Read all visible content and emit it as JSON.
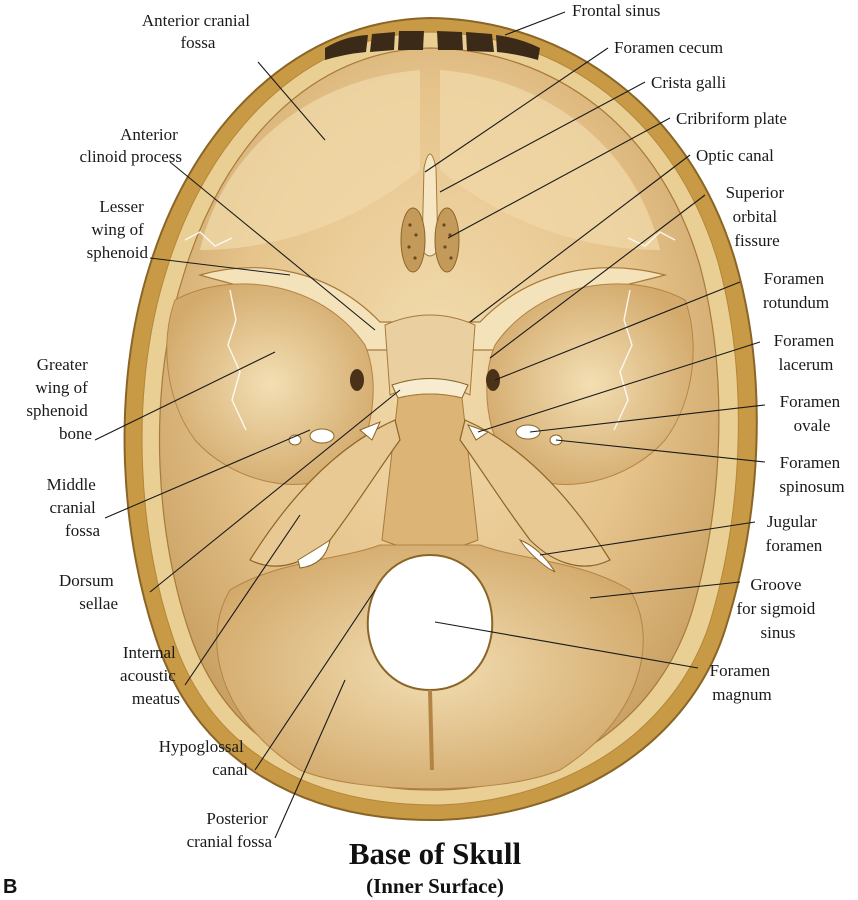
{
  "title": "Base of Skull",
  "subtitle": "(Inner Surface)",
  "panel_letter": "B",
  "colors": {
    "bone": "#e3bf83",
    "bone_light": "#f0d7a6",
    "bone_shadow": "#b88a4c",
    "rim": "#c4953f",
    "rim_edge": "#8a6526"
  },
  "labels": [
    {
      "id": "anterior-cranial-fossa",
      "lines": [
        "Anterior cranial",
        "fossa"
      ]
    },
    {
      "id": "anterior-clinoid-process",
      "lines": [
        "Anterior",
        "clinoid process"
      ]
    },
    {
      "id": "lesser-wing-of-sphenoid",
      "lines": [
        "Lesser",
        "wing of",
        "sphenoid"
      ]
    },
    {
      "id": "greater-wing-of-sphenoid-bone",
      "lines": [
        "Greater",
        "wing of",
        "sphenoid",
        "bone"
      ]
    },
    {
      "id": "middle-cranial-fossa",
      "lines": [
        "Middle",
        "cranial",
        "fossa"
      ]
    },
    {
      "id": "dorsum-sellae",
      "lines": [
        "Dorsum",
        "sellae"
      ]
    },
    {
      "id": "internal-acoustic-meatus",
      "lines": [
        "Internal",
        "acoustic",
        "meatus"
      ]
    },
    {
      "id": "hypoglossal-canal",
      "lines": [
        "Hypoglossal",
        "canal"
      ]
    },
    {
      "id": "posterior-cranial-fossa",
      "lines": [
        "Posterior",
        "cranial fossa"
      ]
    },
    {
      "id": "frontal-sinus",
      "lines": [
        "Frontal sinus"
      ]
    },
    {
      "id": "foramen-cecum",
      "lines": [
        "Foramen cecum"
      ]
    },
    {
      "id": "crista-galli",
      "lines": [
        "Crista galli"
      ]
    },
    {
      "id": "cribriform-plate",
      "lines": [
        "Cribriform plate"
      ]
    },
    {
      "id": "optic-canal",
      "lines": [
        "Optic canal"
      ]
    },
    {
      "id": "superior-orbital-fissure",
      "lines": [
        "Superior",
        "orbital",
        "fissure"
      ]
    },
    {
      "id": "foramen-rotundum",
      "lines": [
        "Foramen",
        "rotundum"
      ]
    },
    {
      "id": "foramen-lacerum",
      "lines": [
        "Foramen",
        "lacerum"
      ]
    },
    {
      "id": "foramen-ovale",
      "lines": [
        "Foramen",
        "ovale"
      ]
    },
    {
      "id": "foramen-spinosum",
      "lines": [
        "Foramen",
        "spinosum"
      ]
    },
    {
      "id": "jugular-foramen",
      "lines": [
        "Jugular",
        "foramen"
      ]
    },
    {
      "id": "groove-for-sigmoid-sinus",
      "lines": [
        "Groove",
        "for sigmoid",
        "sinus"
      ]
    },
    {
      "id": "foramen-magnum",
      "lines": [
        "Foramen",
        "magnum"
      ]
    }
  ]
}
